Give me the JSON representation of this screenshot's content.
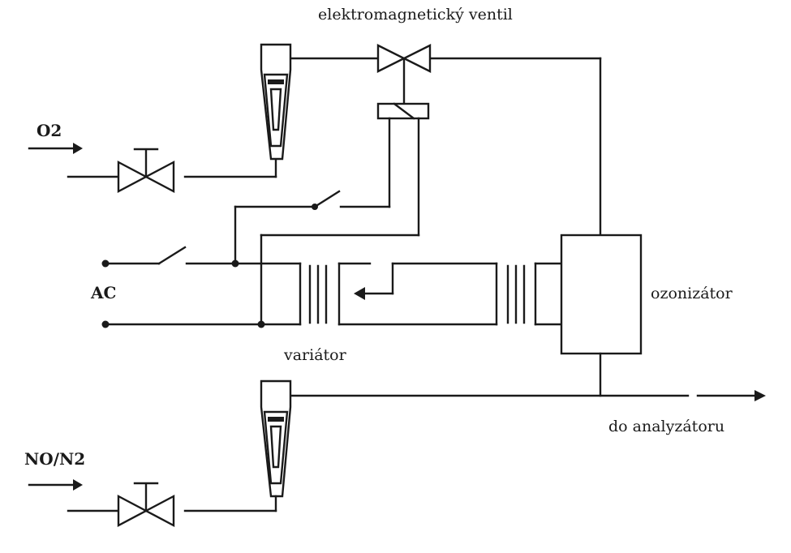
{
  "labels": {
    "valve": "elektromagnetický  ventil",
    "o2": "O2",
    "ac": "AC",
    "variator": "variátor",
    "ozonizer": "ozonizátor",
    "analyzer": "do  analyzátoru",
    "no_n2": "NO/N2"
  }
}
